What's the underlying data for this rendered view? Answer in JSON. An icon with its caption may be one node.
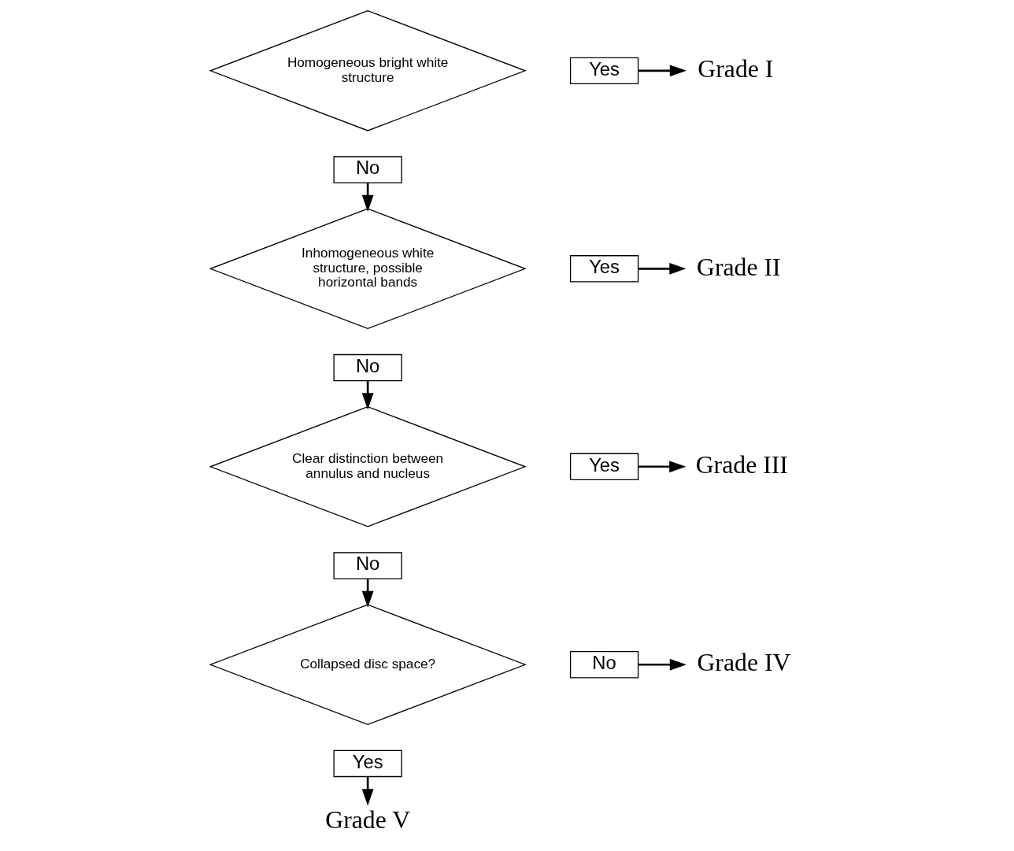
{
  "diagram": {
    "nodes": [
      {
        "text": [
          "Homogeneous bright white structure"
        ]
      },
      {
        "text": [
          "Yes"
        ]
      },
      {
        "text": [
          "Grade I"
        ]
      },
      {
        "text": [
          "No"
        ]
      },
      {
        "text": [
          "Inhomogeneous white structure, possible horizontal bands"
        ]
      },
      {
        "text": [
          "Yes"
        ]
      },
      {
        "text": [
          "Grade II"
        ]
      },
      {
        "text": [
          "No"
        ]
      },
      {
        "text": [
          "Clear distinction between annulus and nucleus"
        ]
      },
      {
        "text": [
          "Yes"
        ]
      },
      {
        "text": [
          "Grade III"
        ]
      },
      {
        "text": [
          "No"
        ]
      },
      {
        "text": [
          "Collapsed disc space?"
        ]
      },
      {
        "text": [
          "No"
        ]
      },
      {
        "text": [
          "Grade IV"
        ]
      },
      {
        "text": [
          "Yes"
        ]
      },
      {
        "text": [
          "Grade V"
        ]
      }
    ],
    "edges": [
      {
        "from": 1,
        "to": 2,
        "arrow": "to"
      },
      {
        "from": 3,
        "to": 4,
        "arrow": "to"
      },
      {
        "from": 5,
        "to": 6,
        "arrow": "to"
      },
      {
        "from": 7,
        "to": 8,
        "arrow": "to"
      },
      {
        "from": 9,
        "to": 10,
        "arrow": "to"
      },
      {
        "from": 11,
        "to": 12,
        "arrow": "to"
      },
      {
        "from": 13,
        "to": 14,
        "arrow": "to"
      },
      {
        "from": 15,
        "to": 16,
        "arrow": "to"
      }
    ]
  }
}
